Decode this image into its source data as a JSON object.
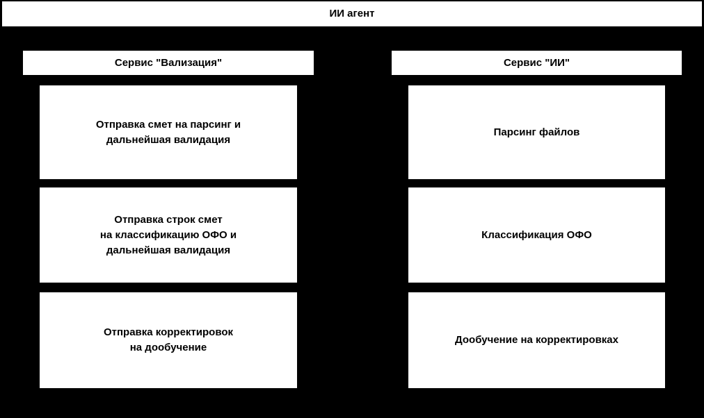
{
  "diagram": {
    "title": "ИИ агент",
    "colors": {
      "background": "#000000",
      "box_fill": "#ffffff",
      "text": "#000000"
    },
    "columns": [
      {
        "header": "Сервис \"Вализация\"",
        "boxes": [
          {
            "text": "Отправка смет на парсинг и\nдальнейшая валидация"
          },
          {
            "text": "Отправка строк смет\nна классификацию ОФО и\nдальнейшая валидация"
          },
          {
            "text": "Отправка корректировок\nна дообучение"
          }
        ]
      },
      {
        "header": "Сервис \"ИИ\"",
        "boxes": [
          {
            "text": "Парсинг файлов"
          },
          {
            "text": "Классификация ОФО"
          },
          {
            "text": "Дообучение на корректировках"
          }
        ]
      }
    ]
  }
}
